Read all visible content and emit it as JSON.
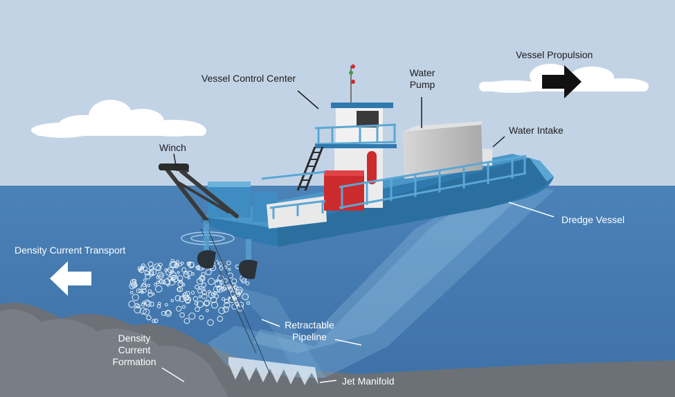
{
  "labels": {
    "vessel_control_center": "Vessel Control Center",
    "water_pump": [
      "Water",
      "Pump"
    ],
    "vessel_propulsion": "Vessel Propulsion",
    "water_intake": "Water Intake",
    "winch": "Winch",
    "dredge_vessel": "Dredge Vessel",
    "density_current_transport": "Density Current Transport",
    "retractable_pipeline": [
      "Retractable",
      "Pipeline"
    ],
    "density_current_formation": [
      "Density",
      "Current",
      "Formation"
    ],
    "jet_manifold": "Jet Manifold"
  },
  "colors": {
    "sky": "#c3d3e6",
    "water": "#4a7fb5",
    "seabed": "#6d7378",
    "hull": "#2f79ae",
    "railing": "#5aa7d3",
    "pump_box": "#bcbcbc",
    "red_block": "#cc2b2e",
    "propulsion_arrow": "#111111",
    "transport_arrow": "#ffffff"
  },
  "icons": {
    "propulsion": "arrow-right-icon",
    "transport": "arrow-left-icon"
  }
}
